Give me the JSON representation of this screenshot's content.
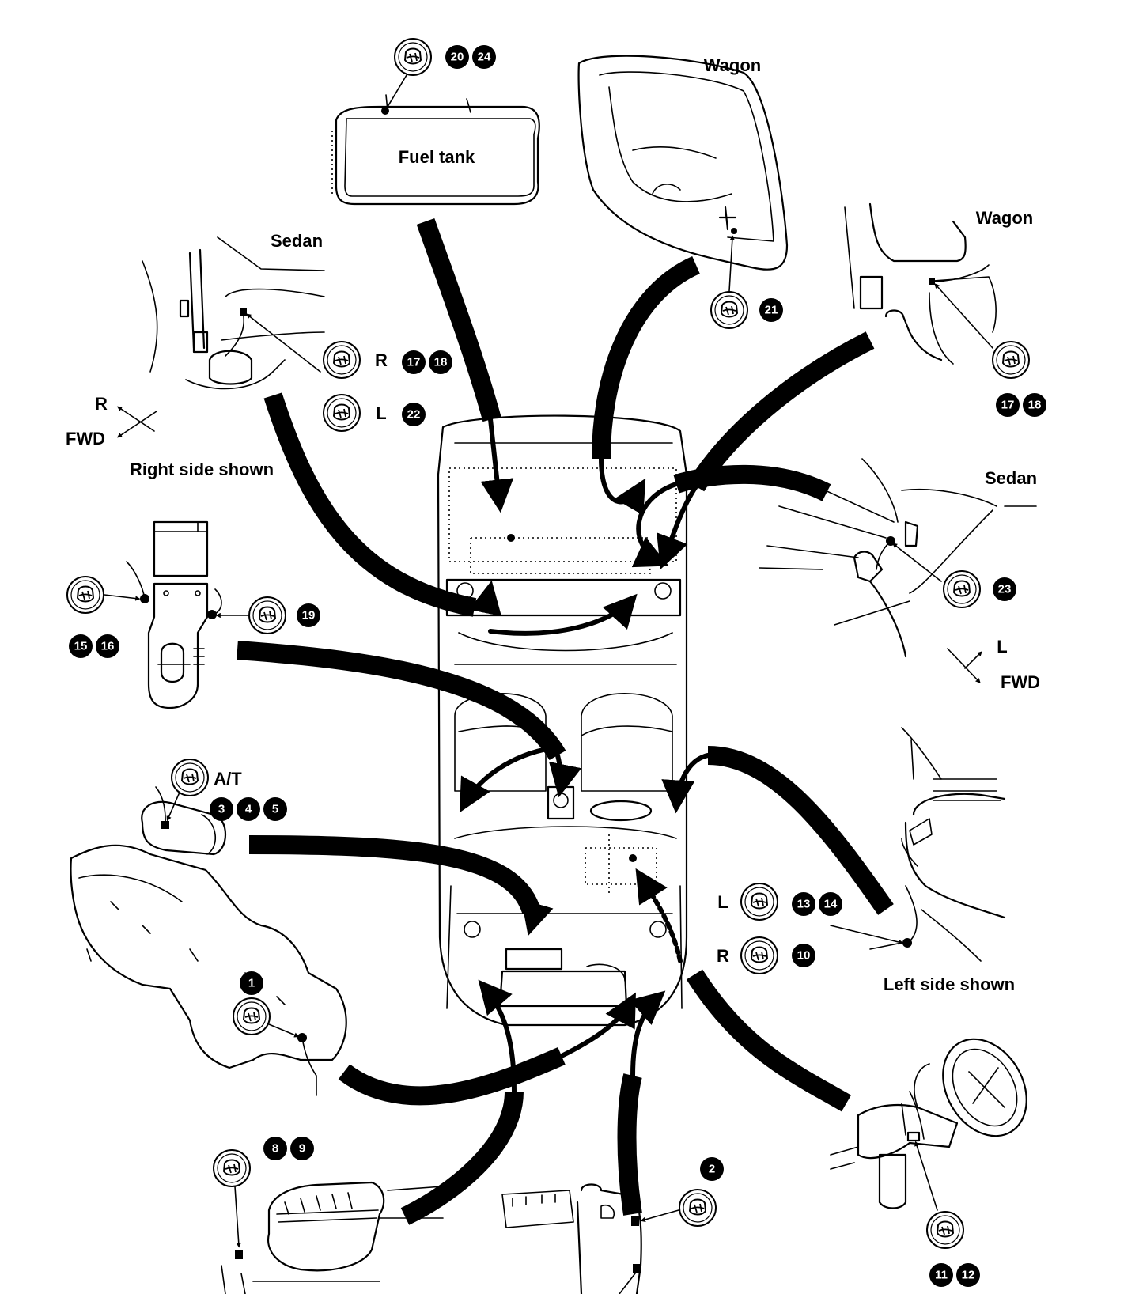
{
  "labels": {
    "wagon_top": "Wagon",
    "wagon_right": "Wagon",
    "sedan_left": "Sedan",
    "sedan_right": "Sedan",
    "fuel_tank": "Fuel tank",
    "right_side_shown": "Right side shown",
    "left_side_shown": "Left side shown",
    "r_arrow": "R",
    "fwd_left": "FWD",
    "l_arrow": "L",
    "fwd_right": "FWD",
    "side_r_1": "R",
    "side_l_1": "L",
    "side_l_2": "L",
    "side_r_2": "R",
    "at": "A/T"
  },
  "numbers": {
    "n20": "20",
    "n24": "24",
    "n21": "21",
    "n17a": "17",
    "n18a": "18",
    "n22": "22",
    "n17b": "17",
    "n18b": "18",
    "n23": "23",
    "n19": "19",
    "n15": "15",
    "n16": "16",
    "n3": "3",
    "n4": "4",
    "n5": "5",
    "n13": "13",
    "n14": "14",
    "n10": "10",
    "n1": "1",
    "n8": "8",
    "n9": "9",
    "n2": "2",
    "n11": "11",
    "n12": "12"
  },
  "icons": [
    "ground-bolt-icon"
  ],
  "colors": {
    "ink": "#000000",
    "paper": "#ffffff"
  }
}
